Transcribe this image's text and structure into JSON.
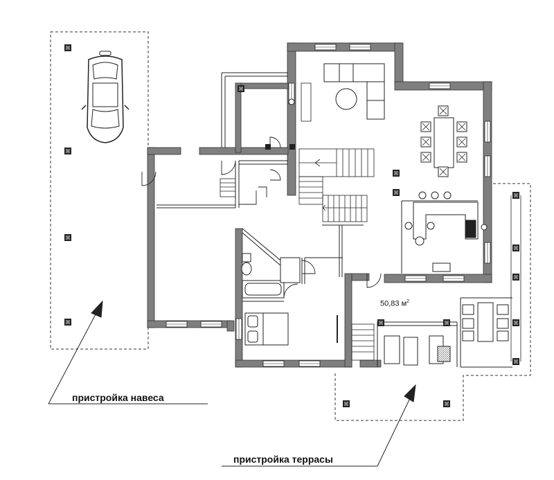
{
  "labels": {
    "canopy_extension": "пристройка навеса",
    "terrace_extension": "пристройка террасы",
    "area_value": "50,83 м",
    "area_unit_exp": "2"
  },
  "icons": {
    "car": "car-topview-icon",
    "column": "column-square-icon",
    "stairs": "stairs-icon",
    "sofa": "sofa-icon",
    "table": "dining-table-icon",
    "bed": "bed-icon",
    "bath": "bathtub-icon"
  },
  "colors": {
    "wall": "#7f7f7f",
    "wall_dark": "#333333",
    "line": "#222222",
    "dashed": "#333333"
  }
}
